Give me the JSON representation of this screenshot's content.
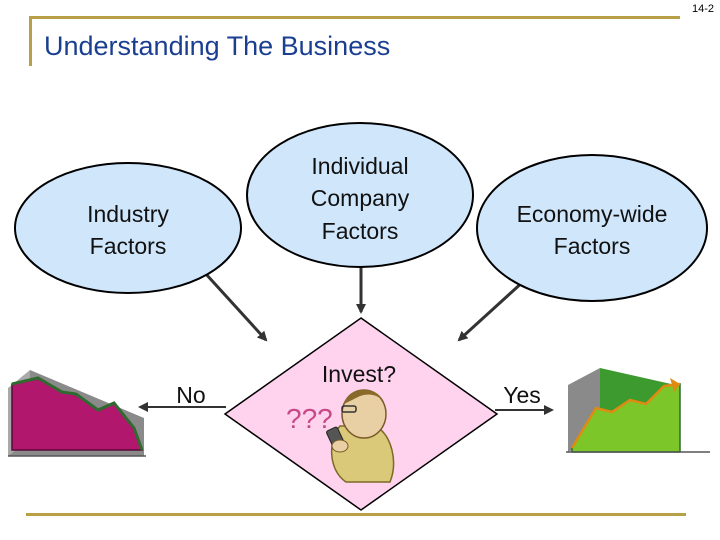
{
  "slide": {
    "number": "14-2",
    "title": "Understanding The Business"
  },
  "nodes": {
    "industry": {
      "line1": "Industry",
      "line2": "Factors"
    },
    "company": {
      "line1": "Individual",
      "line2": "Company",
      "line3": "Factors"
    },
    "economy": {
      "line1": "Economy-wide",
      "line2": "Factors"
    },
    "decision": {
      "label": "Invest?"
    }
  },
  "outcomes": {
    "no": "No",
    "yes": "Yes"
  },
  "colors": {
    "ellipse_fill": "#cfe6fb",
    "diamond_fill": "#ffd2ee",
    "accent_rule": "#b8a046",
    "title_text": "#1a3f91",
    "down_chart": "#b0176d",
    "up_chart": "#7cc629"
  },
  "icons": {
    "question_marks": "???",
    "down_chart": "declining-chart-icon",
    "up_chart": "rising-chart-icon",
    "person": "thinking-person-icon"
  }
}
